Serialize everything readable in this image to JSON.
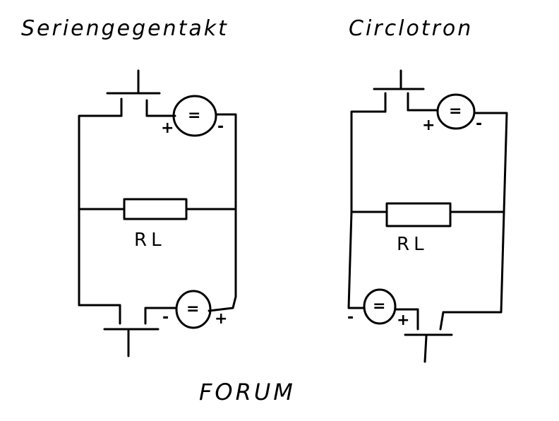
{
  "left_circuit": {
    "title": "Seriengegentakt",
    "load_label": "RL",
    "top_source": {
      "symbol": "=",
      "plus": "+",
      "minus": "-"
    },
    "bottom_source": {
      "symbol": "=",
      "plus": "+",
      "minus": "-"
    }
  },
  "right_circuit": {
    "title": "Circlotron",
    "load_label": "RL",
    "top_source": {
      "symbol": "=",
      "plus": "+",
      "minus": "-"
    },
    "bottom_source": {
      "symbol": "=",
      "plus": "+",
      "minus": "-"
    }
  },
  "footer": {
    "text": "FORUM"
  }
}
